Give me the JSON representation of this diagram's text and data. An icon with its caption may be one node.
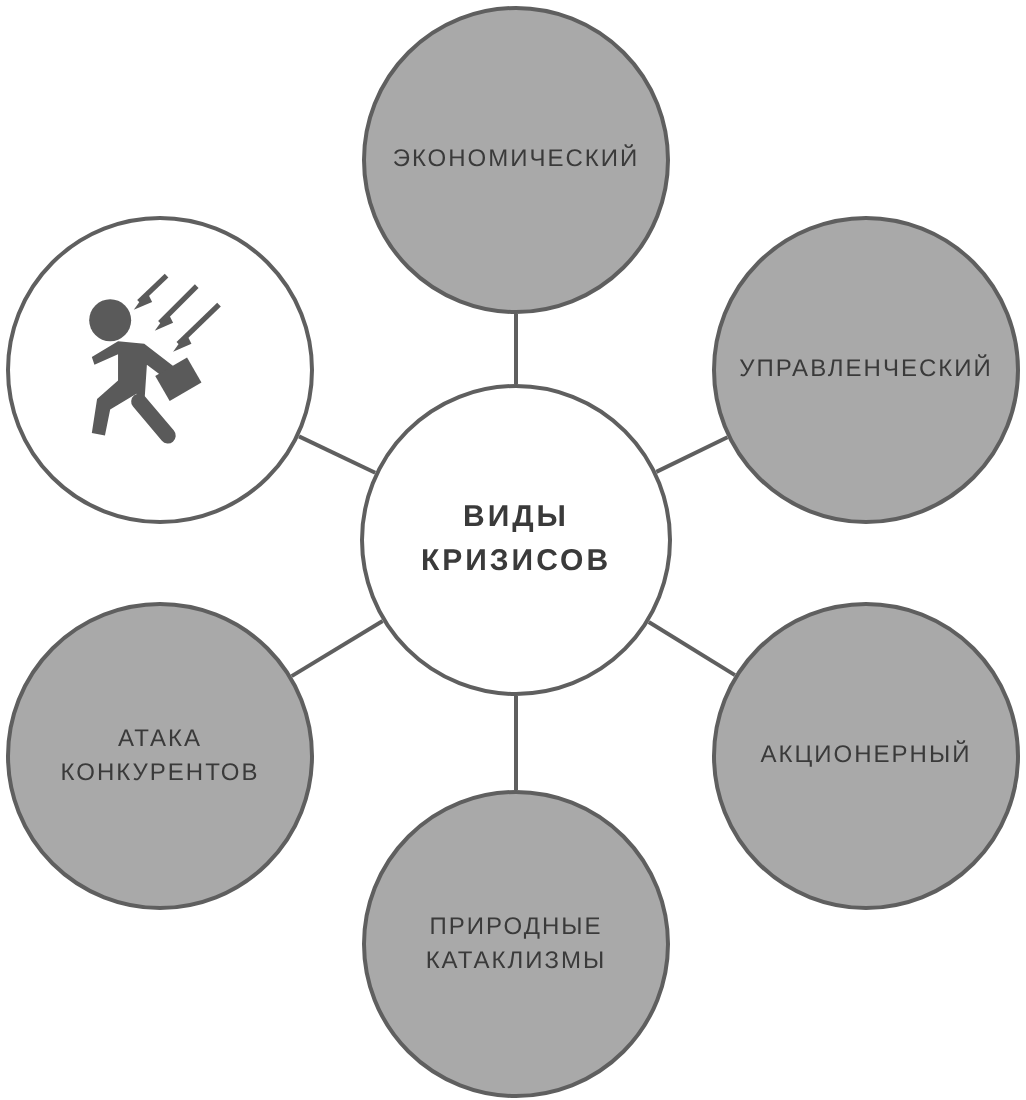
{
  "diagram": {
    "nodes": [
      {
        "text": [
          "ВИДЫ КРИЗИСОВ"
        ]
      },
      {
        "text": [
          "ЭКОНОМИЧЕСКИЙ"
        ]
      },
      {
        "text": [
          "УПРАВЛЕНЧЕСКИЙ"
        ]
      },
      {
        "text": [
          "АКЦИОНЕРНЫЙ"
        ]
      },
      {
        "text": [
          "ПРИРОДНЫЕ КАТАКЛИЗМЫ"
        ]
      },
      {
        "text": [
          "АТАКА КОНКУРЕНТОВ"
        ]
      },
      {
        "text": [],
        "shape": "picture"
      }
    ],
    "edges": [
      {
        "from": 0,
        "to": 1,
        "arrow": "none"
      },
      {
        "from": 0,
        "to": 2,
        "arrow": "none"
      },
      {
        "from": 0,
        "to": 3,
        "arrow": "none"
      },
      {
        "from": 0,
        "to": 4,
        "arrow": "none"
      },
      {
        "from": 0,
        "to": 5,
        "arrow": "none"
      },
      {
        "from": 0,
        "to": 6,
        "arrow": "none"
      }
    ]
  }
}
